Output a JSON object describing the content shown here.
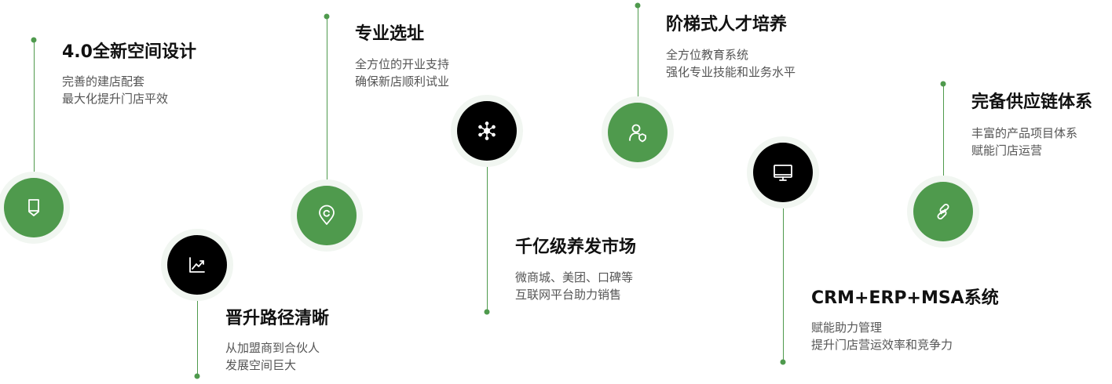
{
  "features": [
    {
      "title": "4.0全新空间设计",
      "lines": [
        "完善的建店配套",
        "最大化提升门店平效"
      ],
      "icon": "tag-icon",
      "circle_color": "#4f9a4d"
    },
    {
      "title": "晋升路径清晰",
      "lines": [
        "从加盟商到合伙人",
        "发展空间巨大"
      ],
      "icon": "trend-chart-icon",
      "circle_color": "#000000"
    },
    {
      "title": "专业选址",
      "lines": [
        "全方位的开业支持",
        "确保新店顺利试业"
      ],
      "icon": "location-pin-icon",
      "circle_color": "#4f9a4d"
    },
    {
      "title": "千亿级养发市场",
      "lines": [
        "微商城、美团、口碑等",
        "互联网平台助力销售"
      ],
      "icon": "network-icon",
      "circle_color": "#000000"
    },
    {
      "title": "阶梯式人才培养",
      "lines": [
        "全方位教育系统",
        "强化专业技能和业务水平"
      ],
      "icon": "user-shield-icon",
      "circle_color": "#4f9a4d"
    },
    {
      "title": "CRM+ERP+MSA系统",
      "lines": [
        "赋能助力管理",
        "提升门店营运效率和竞争力"
      ],
      "icon": "monitor-icon",
      "circle_color": "#000000"
    },
    {
      "title": "完备供应链体系",
      "lines": [
        "丰富的产品项目体系",
        "赋能门店运营"
      ],
      "icon": "link-icon",
      "circle_color": "#4f9a4d"
    }
  ]
}
